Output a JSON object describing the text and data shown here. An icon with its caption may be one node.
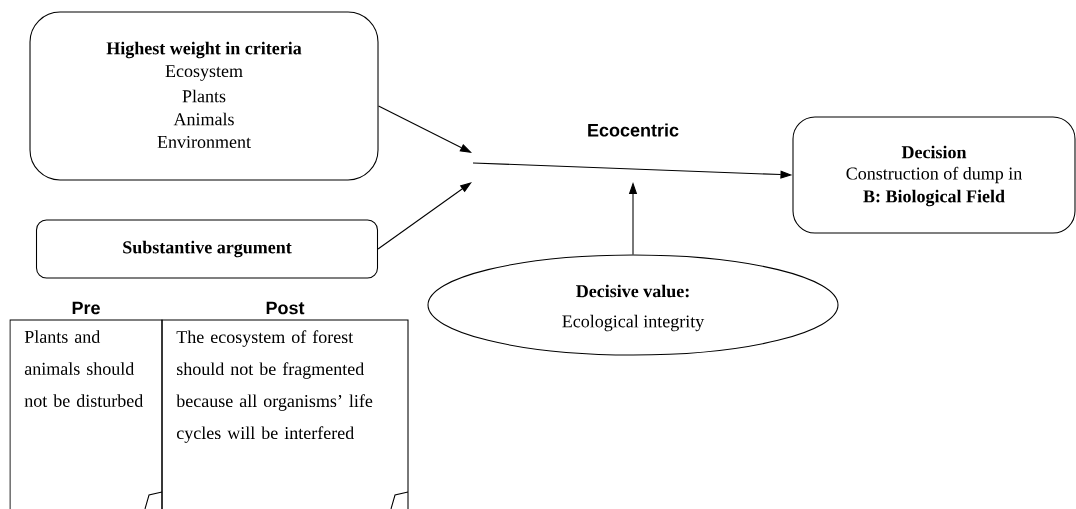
{
  "diagram": {
    "nodes": [
      {
        "text": [
          "Highest weight in criteria",
          "Ecosystem",
          "Plants",
          "Animals",
          "Environment"
        ]
      },
      {
        "text": [
          "Substantive argument"
        ]
      },
      {
        "text": [
          "Pre",
          "Plants and animals should not be disturbed"
        ]
      },
      {
        "text": [
          "Post",
          "The ecosystem of forest should not be fragmented because all organisms’ life cycles will be interfered"
        ]
      },
      {
        "text": [
          "Decision",
          "Construction of dump in",
          "B: Biological Field"
        ]
      },
      {
        "text": [
          "Decisive value:",
          "Ecological integrity"
        ]
      }
    ],
    "edges": [
      {
        "from": 0,
        "to": null,
        "arrow": "to"
      },
      {
        "from": 1,
        "to": null,
        "arrow": "to"
      },
      {
        "from": null,
        "to": 4,
        "arrow": "to",
        "label": "Ecocentric"
      },
      {
        "from": 5,
        "to": null,
        "arrow": "to"
      }
    ]
  }
}
